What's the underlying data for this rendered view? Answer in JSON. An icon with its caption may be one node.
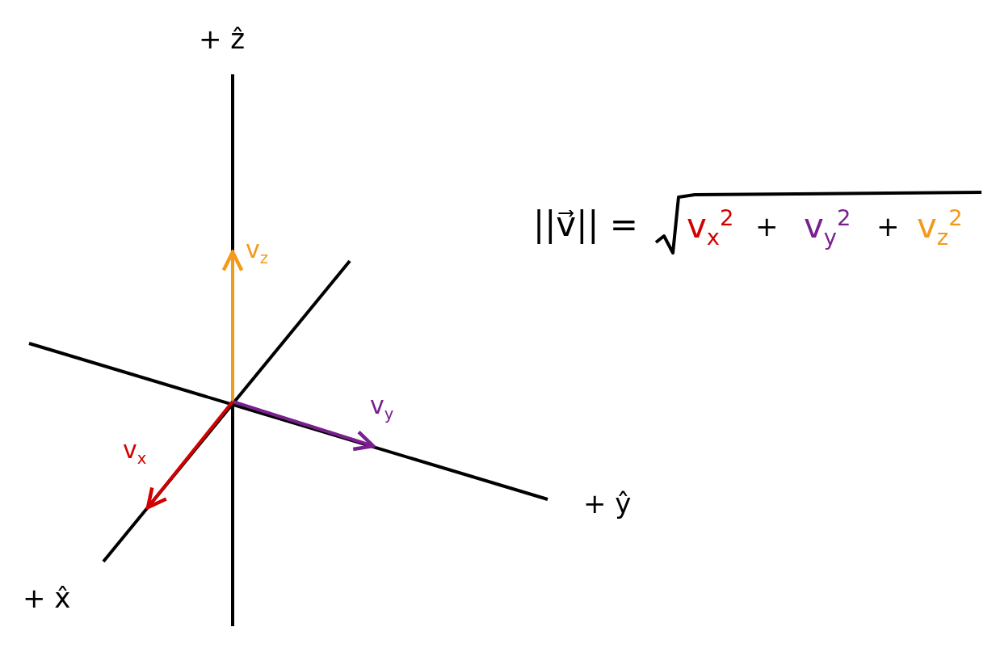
{
  "diagram": {
    "labels": [
      "+ ẑ",
      "v$_{z}$",
      "||v⃗|| =",
      "v$_{x}$$^{2}$",
      "+",
      "v$_{y}$$^{2}$",
      "+",
      "v$_{z}$$^{2}$",
      "v$_{y}$",
      "v$_{x}$",
      "+ ŷ",
      "+ x̂"
    ]
  }
}
